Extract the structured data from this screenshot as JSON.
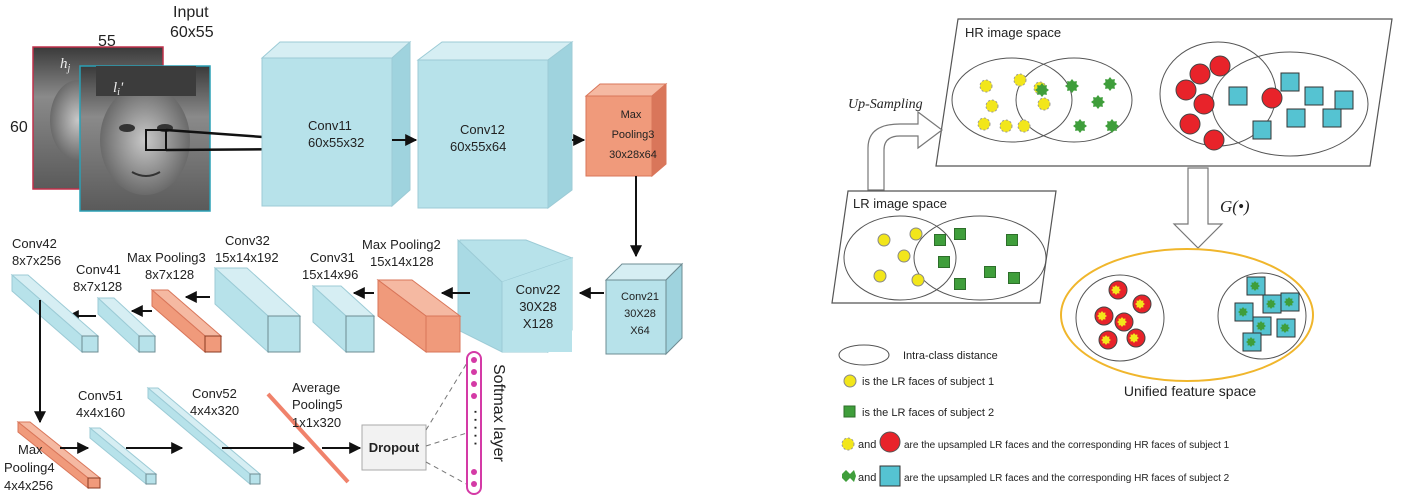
{
  "left": {
    "input_width": "55",
    "input_height": "60",
    "input_label": "Input",
    "input_dims": "60x55",
    "face_label_back": "h",
    "face_label_back_sub": "j",
    "face_label_front": "l",
    "face_label_front_sub": "i",
    "face_label_front_prime": "'",
    "conv11": [
      "Conv11",
      "60x55x32"
    ],
    "conv12": [
      "Conv12",
      "60x55x64"
    ],
    "pool3_top": [
      "Max",
      "Pooling3",
      "30x28x64"
    ],
    "conv21": [
      "Conv21",
      "30X28",
      "X64"
    ],
    "conv22": [
      "Conv22",
      "30X28",
      "X128"
    ],
    "pool2": [
      "Max Pooling2",
      "15x14x128"
    ],
    "conv31": [
      "Conv31",
      "15x14x96"
    ],
    "conv32": [
      "Conv32",
      "15x14x192"
    ],
    "pool3_mid": [
      "Max Pooling3",
      "8x7x128"
    ],
    "conv41": [
      "Conv41",
      "8x7x128"
    ],
    "conv42": [
      "Conv42",
      "8x7x256"
    ],
    "pool4": [
      "Max",
      "Pooling4",
      "4x4x256"
    ],
    "conv51": [
      "Conv51",
      "4x4x160"
    ],
    "conv52": [
      "Conv52",
      "4x4x320"
    ],
    "avgpool5": [
      "Average",
      "Pooling5",
      "1x1x320"
    ],
    "dropout": "Dropout",
    "softmax": "Softmax layer",
    "softmax_dots": "· · · · ·"
  },
  "right": {
    "hr_space": "HR image space",
    "lr_space": "LR image space",
    "upsampling": "Up-Sampling",
    "mapping": "G(•)",
    "unified": "Unified feature space",
    "legend": {
      "intra": "Intra-class distance",
      "lr1": "is the LR faces  of subject 1",
      "lr2": "is the  LR faces of subject 2",
      "and1": "and",
      "pair1": "are  the upsampled LR faces and the corresponding HR faces of subject 1",
      "and2": "and",
      "pair2": "are  the  upsampled LR faces and the corresponding HR faces of subject 2"
    }
  },
  "colors": {
    "conv": "#b7e2ea",
    "conv_dark": "#8fc9d6",
    "pool": "#f09a7b",
    "pool_dark": "#d9765a",
    "yellow": "#f2e61a",
    "red": "#e8232a",
    "green": "#3f9e3b",
    "blue": "#55c3d2",
    "gold": "#f0b62c",
    "magenta": "#d43aa6"
  }
}
